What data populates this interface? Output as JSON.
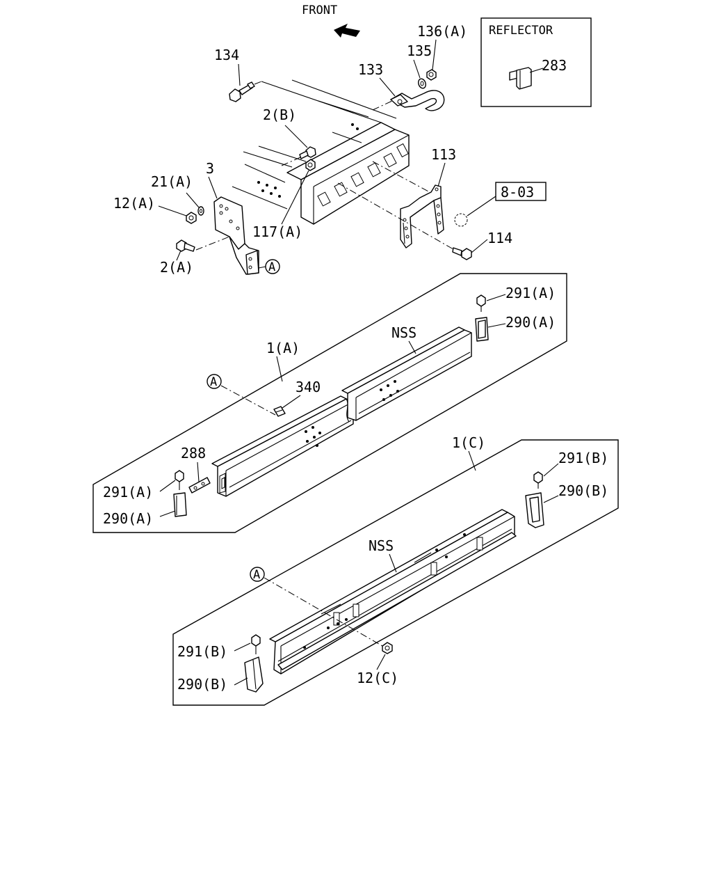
{
  "front_label": "FRONT",
  "reflector_box": {
    "title": "REFLECTOR",
    "part": "283"
  },
  "reference": "8-03",
  "circle_ref": "A",
  "labels": {
    "p134": "134",
    "p135": "135",
    "p136a": "136(A)",
    "p133": "133",
    "p2b": "2(B)",
    "p113": "113",
    "p3": "3",
    "p21a": "21(A)",
    "p12a": "12(A)",
    "p117a": "117(A)",
    "p114": "114",
    "p2a": "2(A)",
    "p291a_top": "291(A)",
    "p290a_top": "290(A)",
    "nss_a": "NSS",
    "p1a": "1(A)",
    "p340": "340",
    "p288": "288",
    "p291a_bot": "291(A)",
    "p290a_bot": "290(A)",
    "p1c": "1(C)",
    "p291b_top": "291(B)",
    "p290b_top": "290(B)",
    "nss_c": "NSS",
    "p291b_bot": "291(B)",
    "p290b_bot": "290(B)",
    "p12c": "12(C)"
  }
}
